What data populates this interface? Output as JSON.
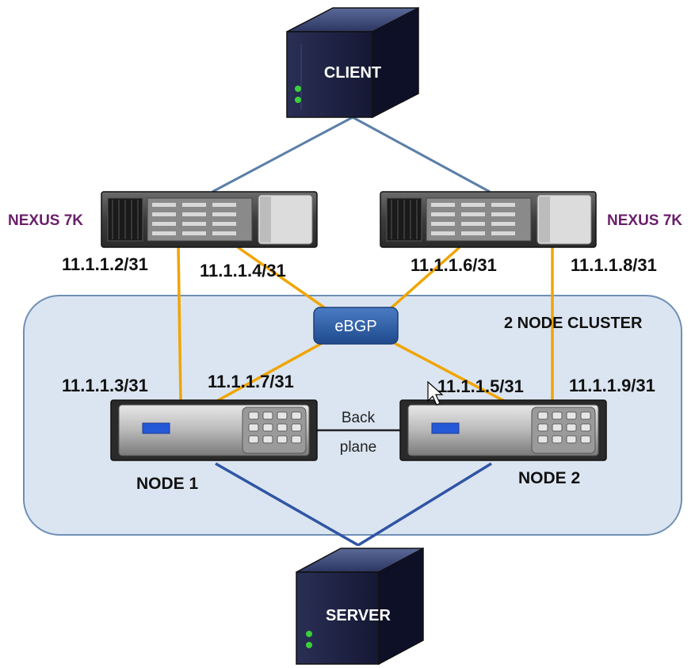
{
  "client": {
    "label": "CLIENT"
  },
  "server": {
    "label": "SERVER"
  },
  "switches": {
    "left": {
      "label": "NEXUS 7K"
    },
    "right": {
      "label": "NEXUS 7K"
    }
  },
  "cluster": {
    "label": "2 NODE CLUSTER"
  },
  "bgp": {
    "label": "eBGP"
  },
  "backplane": {
    "line1": "Back",
    "line2": "plane"
  },
  "nodes": {
    "node1": {
      "label": "NODE 1"
    },
    "node2": {
      "label": "NODE 2"
    }
  },
  "ips": {
    "sw1_node1": "11.1.1.2/31",
    "sw1_bgp": "11.1.1.4/31",
    "sw2_bgp": "11.1.1.6/31",
    "sw2_node2": "11.1.1.8/31",
    "node1_sw1": "11.1.1.3/31",
    "node1_bgp": "11.1.1.7/31",
    "node2_bgp": "11.1.1.5/31",
    "node2_sw2": "11.1.1.9/31"
  },
  "colors": {
    "cluster_fill": "#dbe5f1",
    "cluster_border": "#6f8fb5",
    "link_blue": "#5b7fa8",
    "link_dark_blue": "#2f55a4",
    "link_orange": "#f0a500",
    "bgp_fill": "#2d5fa8",
    "tower_dark": "#1e2240"
  }
}
